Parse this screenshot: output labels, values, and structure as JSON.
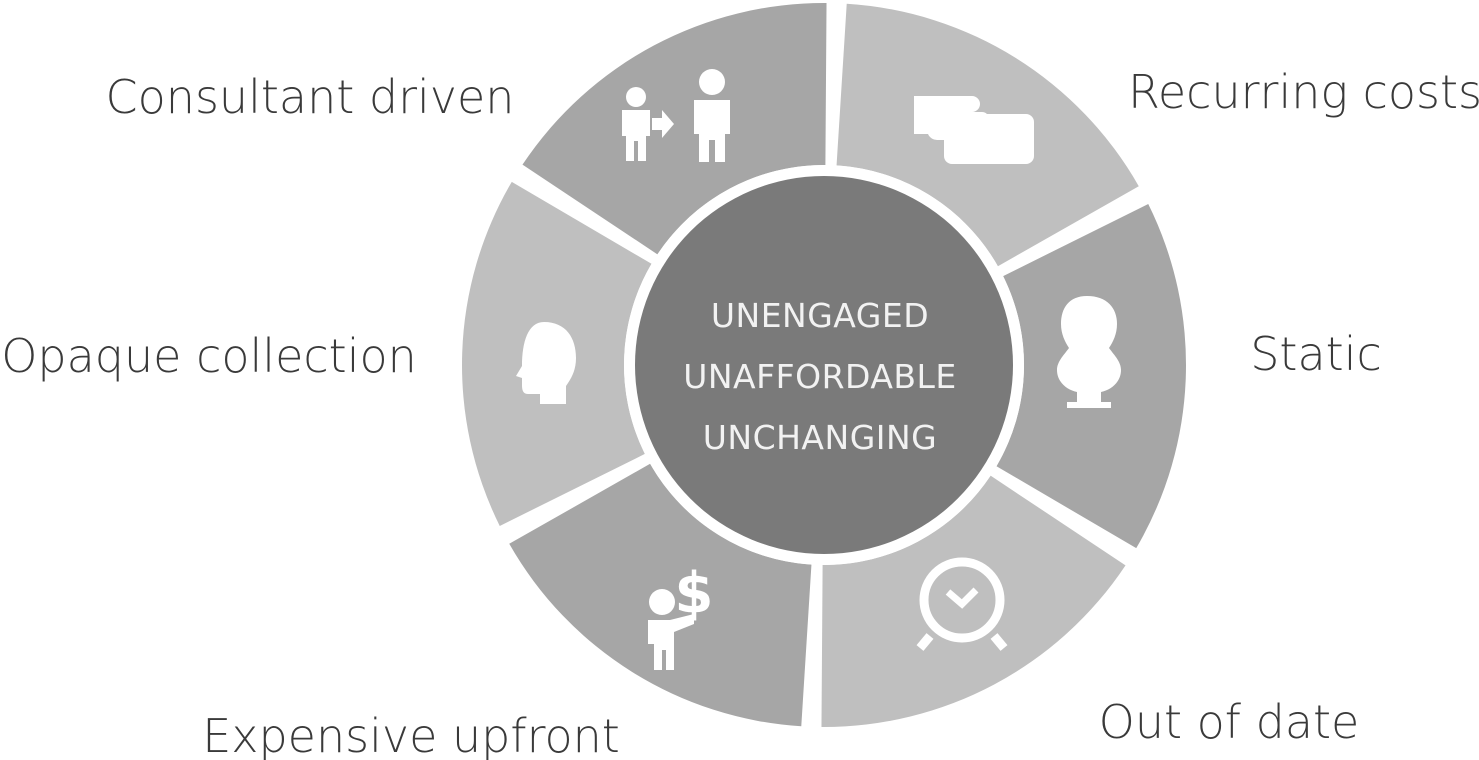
{
  "center": {
    "lines": [
      "UNENGAGED",
      "UNAFFORDABLE",
      "UNCHANGING"
    ],
    "color": "#7a7a7a"
  },
  "segments": [
    {
      "label": "Recurring costs",
      "icon": "hand-payment-card-icon",
      "color": "#bfbfbf"
    },
    {
      "label": "Static",
      "icon": "bust-statue-icon",
      "color": "#a6a6a6"
    },
    {
      "label": "Out of date",
      "icon": "alarm-clock-icon",
      "color": "#bfbfbf"
    },
    {
      "label": "Expensive upfront",
      "icon": "person-holding-dollar-icon",
      "color": "#a6a6a6"
    },
    {
      "label": "Opaque collection",
      "icon": "head-profile-icon",
      "color": "#bfbfbf"
    },
    {
      "label": "Consultant driven",
      "icon": "person-to-person-icon",
      "color": "#a6a6a6"
    }
  ]
}
